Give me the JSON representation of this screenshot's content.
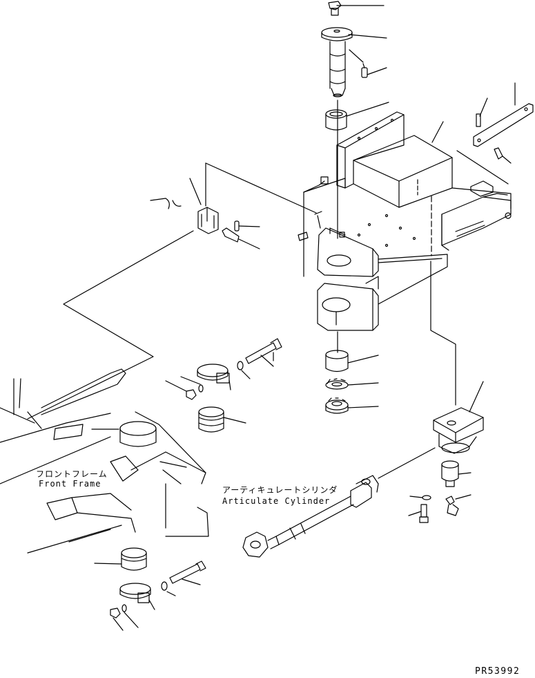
{
  "labels": {
    "front_frame_jp": "フロントフレーム",
    "front_frame_en": "Front Frame",
    "articulate_cylinder_jp": "アーティキュレートシリンダ",
    "articulate_cylinder_en": "Articulate Cylinder"
  },
  "drawing_code": "PR53992"
}
